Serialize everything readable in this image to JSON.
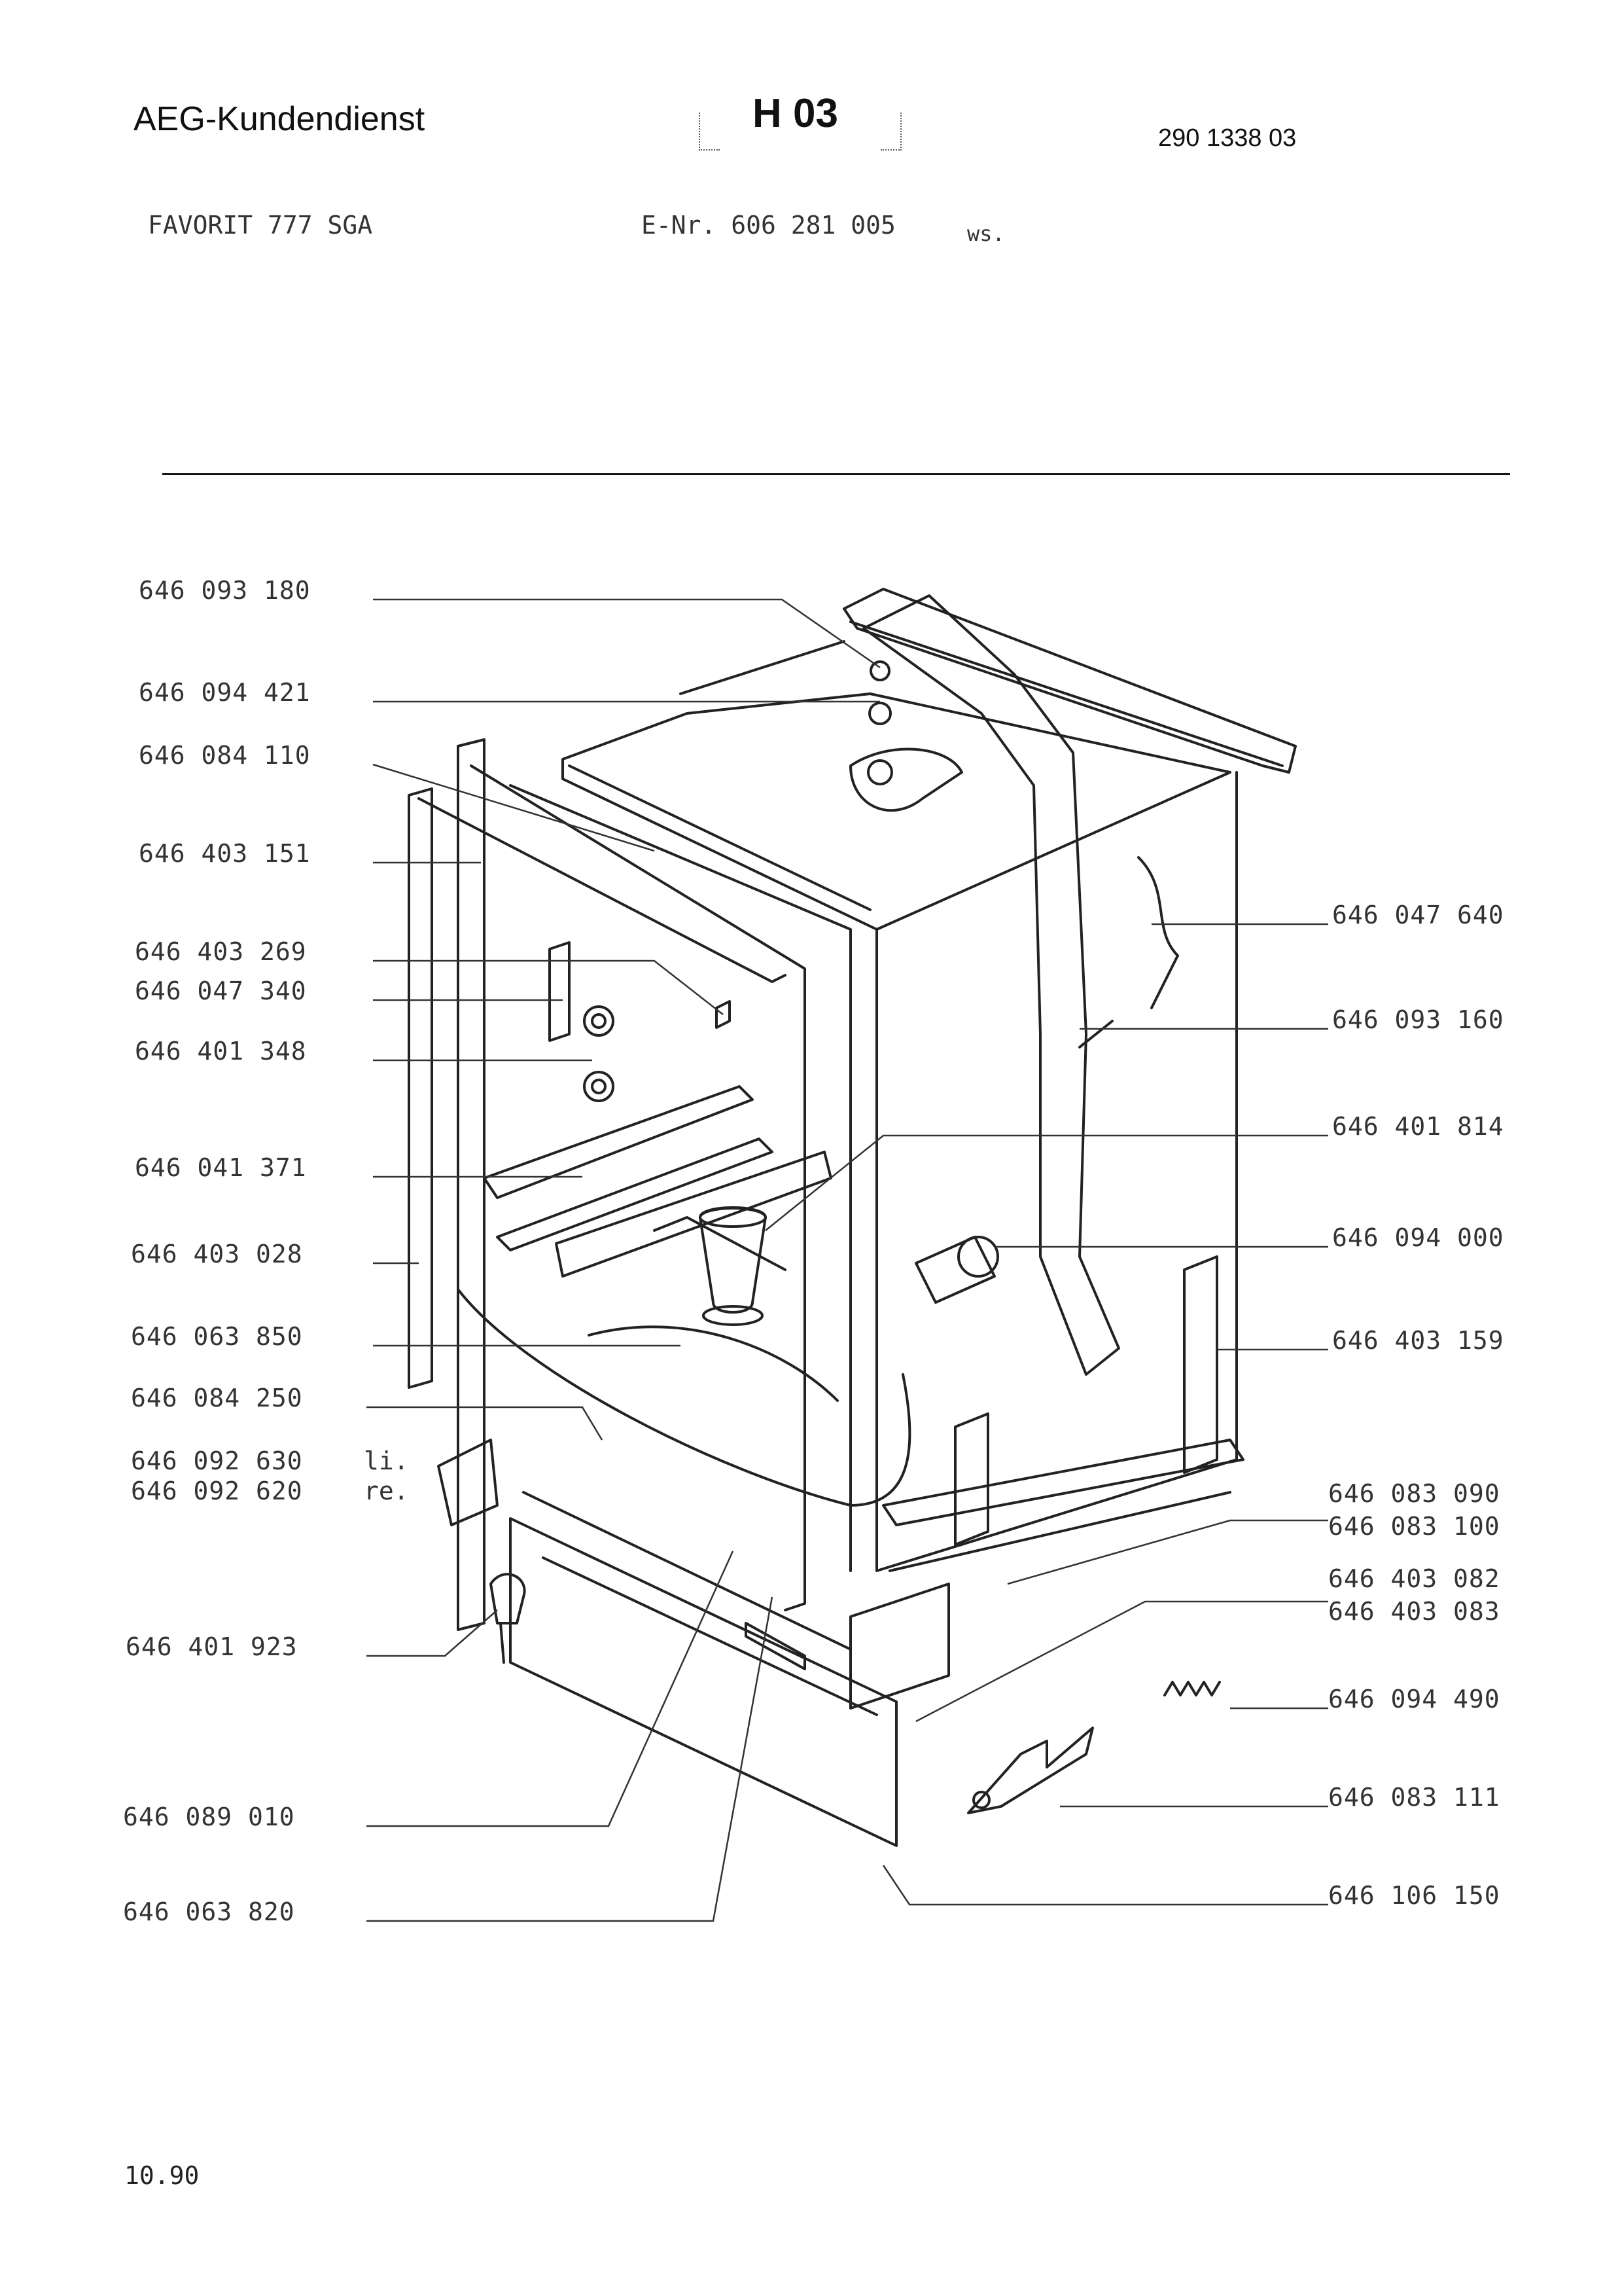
{
  "header": {
    "company": "AEG-Kundendienst",
    "sheet_code": "H 03",
    "document_number": "290 1338 03",
    "model": "FAVORIT 777 SGA",
    "e_number": "E-Nr. 606 281 005",
    "color_code": "ws."
  },
  "parts_left": [
    "646 093 180",
    "646 094 421",
    "646 084 110",
    "646 403 151",
    "646 403 269",
    "646 047 340",
    "646 401 348",
    "646 041 371",
    "646 403 028",
    "646 063 850",
    "646 084 250",
    "646 092 630",
    "646 092 620",
    "646 401 923",
    "646 089 010",
    "646 063 820"
  ],
  "side_labels": {
    "left": "li.",
    "right": "re."
  },
  "parts_right": [
    "646 047 640",
    "646 093 160",
    "646 401 814",
    "646 094 000",
    "646 403 159",
    "646 083 090",
    "646 083 100",
    "646 403 082",
    "646 403 083",
    "646 094 490",
    "646 083 111",
    "646 106 150"
  ],
  "footer": {
    "date": "10.90"
  }
}
